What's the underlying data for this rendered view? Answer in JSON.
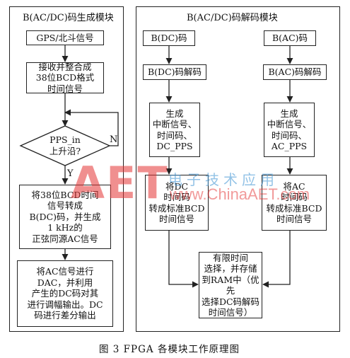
{
  "left_panel": {
    "title": "B(AC/DC)码生成模块",
    "gps_box": "GPS/北斗信号",
    "receive_box": "接收并整合成\n38位BCD格式\n时间信号",
    "decision": "PPS_in\n上升沿?",
    "label_no": "N",
    "label_yes": "Y",
    "convert_box": "将38位BCD时间\n信号转成\nB(DC)码，并生成\n1 kHz的\n正弦同源AC信号",
    "output_box": "将AC信号进行\nDAC，并利用\n产生的DC码对其\n进行调幅输出。DC\n码进行差分输出"
  },
  "right_panel": {
    "title": "B(AC/DC)码解码模块",
    "dc_code": "B(DC)码",
    "dc_decode": "B(DC)码解码",
    "dc_gen": "生成\n中断信号、\n时间码、\nDC_PPS",
    "dc_convert": "将DC\n时间码\n转成标准BCD\n时间信号",
    "ac_code": "B(AC)码",
    "ac_decode": "B(AC)码解码",
    "ac_gen": "生成\n中断信号、\n时间码、\nAC_PPS",
    "ac_convert": "将AC\n时间码\n转成标准BCD\n时间信号",
    "store_box": "有限时间\n选择，并存储\n到RAM中（优先\n选择DC码解码\n时间信号）"
  },
  "watermark": {
    "logo": "AET",
    "url": "www.ChinaAET.com",
    "cn": "电子技术应用"
  },
  "caption": "图 3   FPGA 各模块工作原理图"
}
